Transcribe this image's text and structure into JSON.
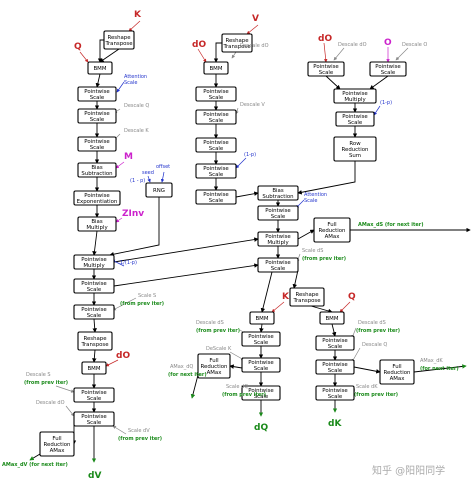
{
  "colors": {
    "input_red": "#c62828",
    "input_magenta": "#cc22cc",
    "blue": "#2233cc",
    "green": "#1a8a1a",
    "gray": "#888888"
  },
  "nodes": {
    "c1_reshape1": "Reshape|Transpose",
    "c1_bmm1": "BMM",
    "c1_pw_scale1": "Pointwise|Scale",
    "c1_pw_scale2": "Pointwise|Scale",
    "c1_pw_scale3": "Pointwise|Scale",
    "c1_bias_sub": "Bias|Subtraction",
    "c1_pw_exp": "Pointwise|Exponentiation",
    "c1_bias_mul": "Bias|Multiply",
    "c1_rng": "RNG",
    "c1_pw_mul": "Pointwise|Multiply",
    "c1_pw_scale4": "Pointwise|Scale",
    "c1_pw_scale5": "Pointwise|Scale",
    "c1_reshape2": "Reshape|Transpose",
    "c1_bmm2": "BMM",
    "c1_pw_scale6": "Pointwise|Scale",
    "c1_pw_scale7": "Pointwise|Scale",
    "c1_amax": "Full|Reduction|AMax",
    "c2_reshape": "Reshape|Transpose",
    "c2_bmm": "BMM",
    "c2_pw_scale1": "Pointwise|Scale",
    "c2_pw_scale2": "Pointwise|Scale",
    "c2_pw_scale3": "Pointwise|Scale",
    "c2_pw_scale4": "Pointwise|Scale",
    "c2_pw_scale5": "Pointwise|Scale",
    "c3_pw_scale_a": "Pointwise|Scale",
    "c3_pw_scale_b": "Pointwise|Scale",
    "c3_pw_mul": "Pointwise|Multiply",
    "c3_pw_scale": "Pointwise|Scale",
    "c3_row_sum": "Row|Reduction|Sum",
    "c3_bias_sub": "Bias|Subtraction",
    "c3_pw_scale1": "Pointwise|Scale",
    "c3_pw_mul2": "Pointwise|Multiply",
    "c3_amax": "Full|Reduction|AMax",
    "c3_pw_scale2": "Pointwise|Scale",
    "c3_reshape": "Reshape|Transpose",
    "c3_bmm_l": "BMM",
    "c3_bmm_r": "BMM",
    "c3_l_pw1": "Pointwise|Scale",
    "c3_l_pw2": "Pointwise|Scale",
    "c3_l_pw3": "Pointwise|Scale",
    "c3_l_amax": "Full|Reduction|AMax",
    "c3_r_pw1": "Pointwise|Scale",
    "c3_r_pw2": "Pointwise|Scale",
    "c3_r_pw3": "Pointwise|Scale",
    "c3_r_amax": "Full|Reduction|AMax"
  },
  "inputs": {
    "k_top": "K",
    "q_left": "Q",
    "v_top": "V",
    "do_top": "dO",
    "do_right": "dO",
    "o_right": "O",
    "m": "M",
    "zinv": "ZInv",
    "do_lower": "dO",
    "k_lower": "K",
    "q_lower": "Q"
  },
  "labels": {
    "attention_scale": "Attention|Scale",
    "descale_q": "Descale Q",
    "descale_k": "Descale K",
    "offset": "offset",
    "seed": "seed",
    "one_minus_p": "(1 - p)",
    "one_over_one_minus_p": "1/(1-p)",
    "scale_s": "Scale S",
    "from_prev_iter_1": "(from prev iter)",
    "descale_s": "Descale S",
    "from_prev_iter_2": "(from prev iter)",
    "descale_do": "Descale dO",
    "scale_dv": "Scale dV",
    "from_prev_iter_3": "(from prev iter)",
    "amax_dv": "AMax_dV (for next iter)",
    "descale_do_2": "Descale dO",
    "descale_v": "Descale V",
    "one_minus_p_2": "(1-p)",
    "descale_do_3": "Descale dO",
    "descale_o": "Descale O",
    "one_minus_p_3": "(1-p)",
    "attention_scale_2": "Attention|Scale",
    "amax_ds": "AMax_dS (for next iter)",
    "scale_ds": "Scale dS",
    "from_prev_iter_4": "(from prev iter)",
    "descale_ds": "Descale dS",
    "from_prev_iter_5": "(from prev iter)",
    "descale_k_2": "DeScale K",
    "amax_dq": "AMax_dQ",
    "for_next_iter_1": "(for next iter)",
    "scale_dq": "Scale dQ",
    "from_prev_iter_6": "(from prev iter)",
    "descale_ds_2": "Descale dS",
    "from_prev_iter_7": "(from prev iter)",
    "descale_q_2": "Descale Q",
    "amax_dk": "AMax_dK",
    "for_next_iter_2": "(for next iter)",
    "scale_dk": "Scale dK",
    "from_prev_iter_8": "(from prev iter)"
  },
  "outputs": {
    "dv": "dV",
    "dq": "dQ",
    "dk": "dK"
  },
  "watermark": "知乎 @阳阳同学"
}
